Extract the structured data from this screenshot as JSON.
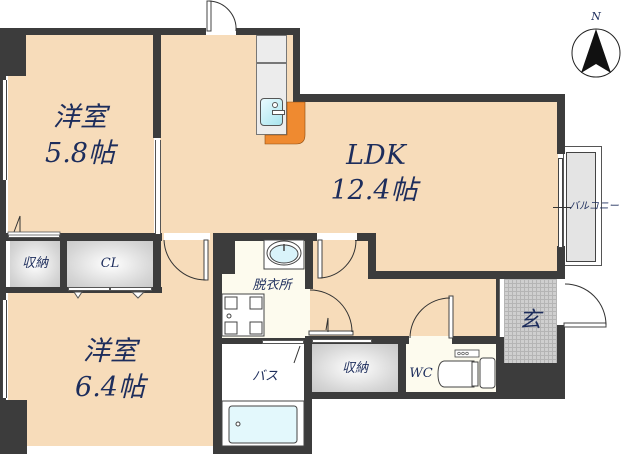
{
  "floor_plan": {
    "compass": {
      "label": "N"
    },
    "rooms": {
      "western_room_1": {
        "name": "洋室",
        "size": "5.8帖"
      },
      "ldk": {
        "name": "LDK",
        "size": "12.4帖"
      },
      "western_room_2": {
        "name": "洋室",
        "size": "6.4帖"
      },
      "storage_1": {
        "name": "収納"
      },
      "closet": {
        "name": "CL"
      },
      "dressing_room": {
        "name": "脱衣所"
      },
      "bath": {
        "name": "バス"
      },
      "storage_2": {
        "name": "収納"
      },
      "toilet": {
        "name": "WC"
      },
      "entrance": {
        "name": "玄"
      },
      "balcony": {
        "name": "バルコニー"
      }
    },
    "colors": {
      "wall": "#3c3c3c",
      "floor": "#f7dcba",
      "wet_area": "#fdfbee",
      "text": "#1d2d5c",
      "kitchen_counter": "#ef8a30",
      "balcony": "#e4e4e4"
    }
  }
}
